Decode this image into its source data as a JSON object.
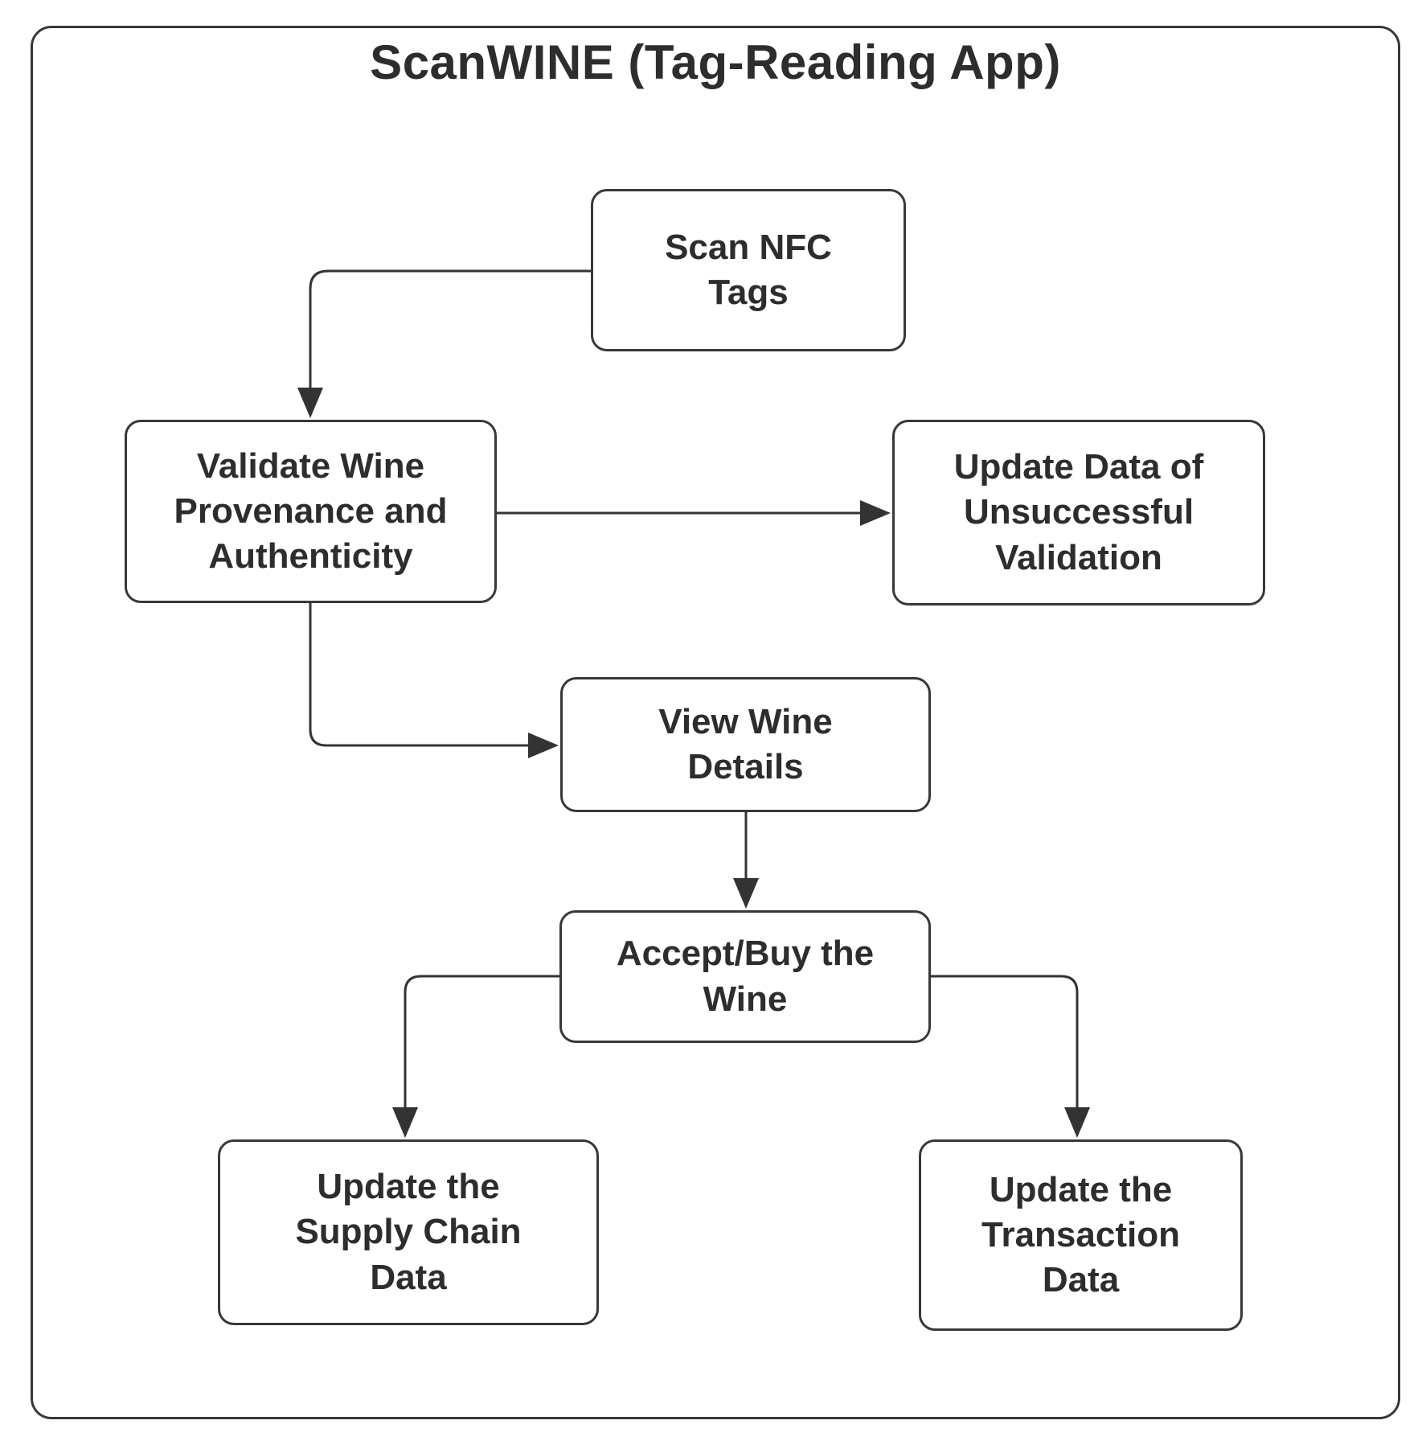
{
  "diagram": {
    "title": "ScanWINE (Tag-Reading App)",
    "type": "flowchart",
    "colors": {
      "background": "#ffffff",
      "stroke": "#383838",
      "text": "#2d2d2d",
      "node_fill": "#ffffff"
    },
    "nodes": [
      {
        "id": "scan-nfc-tags",
        "label": "Scan NFC\nTags"
      },
      {
        "id": "validate-wine-provenance",
        "label": "Validate Wine\nProvenance and\nAuthenticity"
      },
      {
        "id": "update-data-unsuccessful-validation",
        "label": "Update Data of\nUnsuccessful\nValidation"
      },
      {
        "id": "view-wine-details",
        "label": "View Wine\nDetails"
      },
      {
        "id": "accept-buy-the-wine",
        "label": "Accept/Buy the\nWine"
      },
      {
        "id": "update-supply-chain-data",
        "label": "Update the\nSupply Chain\nData"
      },
      {
        "id": "update-transaction-data",
        "label": "Update the\nTransaction\nData"
      }
    ],
    "edges": [
      {
        "from": "scan-nfc-tags",
        "to": "validate-wine-provenance"
      },
      {
        "from": "validate-wine-provenance",
        "to": "update-data-unsuccessful-validation"
      },
      {
        "from": "validate-wine-provenance",
        "to": "view-wine-details"
      },
      {
        "from": "view-wine-details",
        "to": "accept-buy-the-wine"
      },
      {
        "from": "accept-buy-the-wine",
        "to": "update-supply-chain-data"
      },
      {
        "from": "accept-buy-the-wine",
        "to": "update-transaction-data"
      }
    ]
  }
}
